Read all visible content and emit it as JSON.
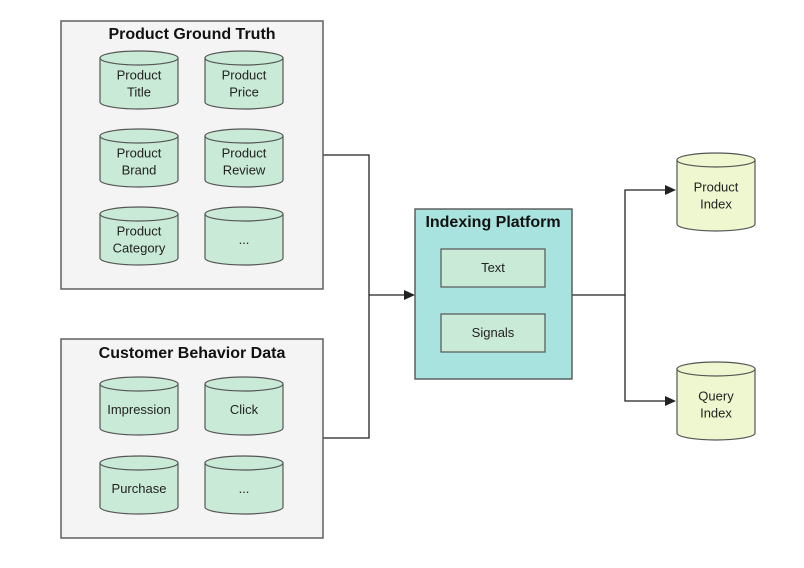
{
  "colors": {
    "source_store_fill": "#c9ead6",
    "index_store_fill": "#eef7cf",
    "platform_fill": "#a9e3df",
    "group_fill": "#f4f4f4",
    "stroke": "#555555"
  },
  "product_group": {
    "title": "Product Ground Truth",
    "stores": [
      {
        "lines": [
          "Product",
          "Title"
        ]
      },
      {
        "lines": [
          "Product",
          "Price"
        ]
      },
      {
        "lines": [
          "Product",
          "Brand"
        ]
      },
      {
        "lines": [
          "Product",
          "Review"
        ]
      },
      {
        "lines": [
          "Product",
          "Category"
        ]
      },
      {
        "lines": [
          "..."
        ]
      }
    ]
  },
  "behavior_group": {
    "title": "Customer Behavior Data",
    "stores": [
      {
        "lines": [
          "Impression"
        ]
      },
      {
        "lines": [
          "Click"
        ]
      },
      {
        "lines": [
          "Purchase"
        ]
      },
      {
        "lines": [
          "..."
        ]
      }
    ]
  },
  "platform": {
    "title": "Indexing Platform",
    "components": [
      "Text",
      "Signals"
    ]
  },
  "outputs": [
    {
      "lines": [
        "Product",
        "Index"
      ]
    },
    {
      "lines": [
        "Query",
        "Index"
      ]
    }
  ]
}
